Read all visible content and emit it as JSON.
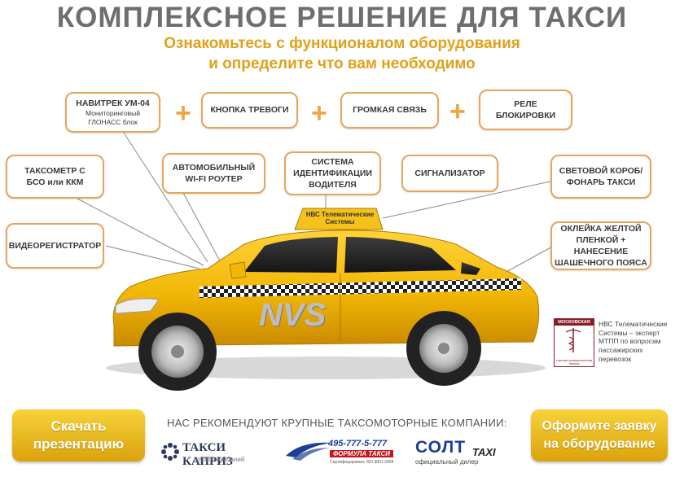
{
  "header": {
    "title": "КОМПЛЕКСНОЕ РЕШЕНИЕ ДЛЯ ТАКСИ",
    "subtitle_line1": "Ознакомьтесь с функционалом оборудования",
    "subtitle_line2": "и определите что вам необходимо"
  },
  "equipment": {
    "navitrek_title": "НАВИТРЕК УМ-04",
    "navitrek_sub1": "Мониторинговый",
    "navitrek_sub2": "ГЛОНАСС блок",
    "panic_button": "КНОПКА ТРЕВОГИ",
    "loud_speaker": "ГРОМКАЯ СВЯЗЬ",
    "relay_line1": "РЕЛЕ",
    "relay_line2": "БЛОКИРОВКИ",
    "taximeter_line1": "ТАКСОМЕТР С",
    "taximeter_line2": "БСО или ККМ",
    "wifi_line1": "АВТОМОБИЛЬНЫЙ",
    "wifi_line2": "WI-FI РОУТЕР",
    "driver_id_line1": "СИСТЕМА",
    "driver_id_line2": "ИДЕНТИФИКАЦИИ",
    "driver_id_line3": "ВОДИТЕЛЯ",
    "signalizer": "СИГНАЛИЗАТОР",
    "lightbox_line1": "СВЕТОВОЙ КОРОБ/",
    "lightbox_line2": "ФОНАРЬ ТАКСИ",
    "dvr": "ВИДЕОРЕГИСТРАТОР",
    "wrap_line1": "ОКЛЕЙКА ЖЕЛТОЙ",
    "wrap_line2": "ПЛЕНКОЙ + НАНЕСЕНИЕ",
    "wrap_line3": "ШАШЕЧНОГО ПОЯСА"
  },
  "car": {
    "roof_sign_line1": "НВС Телематические",
    "roof_sign_line2": "Системы",
    "door_logo": "NVS"
  },
  "mtpp": {
    "seal_label": "МОСКОВСКАЯ",
    "seal_bottom": "торгово-промышленная палата",
    "text_line1": "НВС Телематические",
    "text_line2": "Системы – эксперт",
    "text_line3": "МТПП по вопросам",
    "text_line4": "пассажирских",
    "text_line5": "перевозок"
  },
  "footer": {
    "download_line1": "Скачать",
    "download_line2": "презентацию",
    "order_line1": "Оформите заявку",
    "order_line2": "на оборудование",
    "recommend": "НАС РЕКОМЕНДУЮТ КРУПНЫЕ ТАКСОМОТОРНЫЕ КОМПАНИИ:",
    "logo1_name": "ТАКСИ КАПРИЗ",
    "logo1_sub": "группа компаний",
    "logo2_phone": "495-777-5-777",
    "logo2_name": "ФОРМУЛА ТАКСИ",
    "logo2_sub": "Сертифицировано ISO 9001:2008",
    "logo3_name": "СОЛТ",
    "logo3_taxi": "TAXI",
    "logo3_sub": "официальный дилер"
  },
  "colors": {
    "accent_orange": "#e8a45a",
    "title_gray": "#6e6e6e",
    "subtitle_yellow": "#e2a019",
    "taxi_yellow": "#f2b705"
  }
}
